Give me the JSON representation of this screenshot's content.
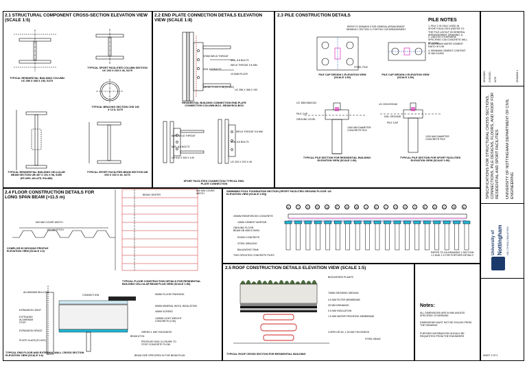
{
  "sections": {
    "s21": {
      "title": "2.1 STRUCTURAL COMPONENT CROSS-SECTION ELEVATION VIEW (SCALE 1:5)",
      "captions": {
        "column": "TYPICAL RESIDENTIAL BUILDING COLUMN UC 356 x 368 x 153, S275",
        "sport_col": "TYPICAL SPORT FACILITIES COLUMN SECTION UC 203 x 203 x 46, S275",
        "bracing": "TYPICAL BRACING SECTION CHS 193 x 12.5, S275",
        "cellular": "TYPICAL RESIDENTIAL BUILDING CELLULAR BEAM SECTION UB 457 x 191 x 98, S355 (hT=600; a0=475, s0=480)",
        "sport_beam": "TYPICAL SPORT FACILITIES BEAM SECTION UB 600 x 160 x 46, S275"
      }
    },
    "s22": {
      "title": "2.2 END PLATE CONNECTION DETAILS ELEVATION VIEW (SCALE 1:8)",
      "labels": {
        "a1": "57mm WELD THROAT",
        "a2": "M16, 8.8 BOLTS",
        "a3": "M16, 8.8 BOLTS",
        "a4": "WELD THROAT 5.6 mm",
        "a5": "10.0mm PLATE",
        "a6": "UC 356 X 368 X 153",
        "a7": "UB 457 X 191 X 98 (h=600)",
        "b1": "6mm WELD THROAT",
        "b2": "M20, 8.8 BOLTS",
        "b3": "M16, 8.8 BOLTS",
        "b4": "WELD THROAT 5.6 mm",
        "b5": "UB 610 X 305 X 149",
        "b6": "UC 203 X 203 X 46"
      },
      "captions": {
        "residential": "RESIDENTIAL BUILDING CONNECTION END-PLATE CONNECTION COLUMN-B/13 - BEAM B/10-B/15",
        "sport": "SPORT FACILITIES CONNECTION TYPICAL END-PLATE CONNECTION"
      }
    },
    "s23": {
      "title": "2.3 PILE CONSTRUCTION DETAILS",
      "ref": "REFER TO DRAWING 5 FOR GENERAL ARRANGEMENT DRAWING 1 SECTION 1.2 FOR PILE CAP ARRANGEMENT",
      "labels": {
        "steel_pile": "STEEL PILE",
        "uc": "UC 356x368x153",
        "pile_cap": "PILE CAP",
        "ground": "GROUND LEVEL",
        "d1": "1400 mm DIAMETER CONCRETE PILE",
        "uc2": "UC 203x203x46",
        "ngl": "NGL GROUND",
        "pile_cap2": "PILE CAP",
        "d2": "1200 mm DIAMETER CONCRETE PILE"
      },
      "captions": {
        "cap1": "PILE CAP DESIGN 1 ELEVATION VIEW (SCALE 1:50)",
        "cap2": "PILE CAP DESIGN 2 ELEVATION VIEW (SCALE 1:50)",
        "sec1": "TYPICAL PILE SECTION FOR RESIDENTIAL BUILDING ELEVATION VIEW (SCALE 1:50)",
        "sec2": "TYPICAL PILE SECTION FOR SPORT FACILITIES ELEVATION VIEW (SCALE 1:50)"
      }
    },
    "pile_notes": {
      "title": "PILE NOTES",
      "items": [
        "1. PILE 2 IS ONLY USED IN SPORT FACILITIES (REFER TO THE PILE LAYOUT IN GENERAL ARRANGEMENT DRAWING 1)",
        "2. UNLESS OTHERWISE SPECIFIED C35 CONCRETE WILL BE USED.",
        "3. MAXIMUM WATER CEMENT RATIO IS 0.55",
        "4. MINIMUM CEMENT CONTENT IS 360 kg/m3"
      ]
    },
    "s24": {
      "title": "2.4 FLOOR CONSTRUCTION DETAILS FOR LONG SPAN BEAM (>11.5 m)",
      "labels": {
        "cover": "600 mm COVER WIDTH",
        "pitch": "150 mm PITCH",
        "profile": "COMFLOR 60 DECKING PROFILE ELEVATION VIEW (SCALE 1:5)",
        "beam_center": "BEAM CENTER",
        "width": "600 mm COVER WIDTH",
        "floor_caption": "TYPICAL FLOOR CONSTRUCTION DETAILS FOR RESIDENTIAL BUILDING CELLULAR BEAM PLAN VIEW (SCALE 1:50)",
        "alu": "ALUMINIUM MULLION",
        "exp_joint": "EXPANSION JOINT",
        "extruded": "EXTRUDED ALUMINIUM STOP",
        "exp_space": "EXPANSION SPACE",
        "plate_glass": "PLATE GLASS (FLOAT)",
        "connection": "CONNECTION",
        "finish": "50mm FLOOR FINISHING",
        "insulation": "50mm MINERAL WOOL INSULATION",
        "screed": "40mm SCREED",
        "lwc": "130mm LIGHT WEIGHT CONCRETE (C30)",
        "deck": "GREEN 1 mm THICKNESS",
        "beam_at": "BEAM AT B1",
        "profiled": "PROFILED END CLOSURE TO STOP CONCRETE FLOW",
        "beam_spec": "BEAM SIZE SPECIFIED IN THE BEAM PLAN",
        "end_caption": "TYPICAL END FLOOR AND EXTERNAL WALL CROSS SECTION ELEVATION VIEW (SCALE 1:8)"
      }
    },
    "pool": {
      "title": "SWIMMING POOL FOUNDATION SECTION (SPORT FACILITIES GROUND FLOOR: US ELEVATION VIEW (SCALE 1:50))",
      "grid": [
        "U",
        "T",
        "S",
        "R",
        "Q",
        "P",
        "N",
        "M",
        "L",
        "K",
        "J",
        "H",
        "G",
        "F",
        "E",
        "D",
        "C",
        "B",
        "A"
      ],
      "labels": {
        "l1": "200MM REINFORCED CONCRETE",
        "l2": "10MM CEMENT MORTAR",
        "l3": "GROUND FLOOR BEAM UB 406x178x54",
        "l4": "RC600 CONCRETE",
        "l5": "STEEL BRACING",
        "l6": "BALANCING TANK",
        "l7": "TWO GROUTED CONCRETE PILES",
        "ref": "REFER TO GA DRAWING 1 SECTION 1.2 AND 1.3 FOR FURTHER DETAILS"
      }
    },
    "s25": {
      "title": "2.5 ROOF CONSTRUCTION DETAILS ELEVATION VIEW (SCALE 1:5)",
      "labels": {
        "r1": "BIODIVERSE PLANTS",
        "r2": "70mm GROWING MEDIUM",
        "r3": "0.5 mm FILTER MEMBRANE",
        "r4": "25 mm DRAINAGE",
        "r5": "0.5 mm INSULATION",
        "r6": "1.5 mm WATER PROOFING MEMBRANE",
        "r7": "CORFLOR 60, 1.25 mm THICKNESS",
        "r8": "STEEL BEAM",
        "caption": "TYPICAL ROOF CROSS SECTION FOR RESIDENTIAL BUILDING"
      }
    },
    "notes": {
      "title": "Notes:",
      "items": [
        "ALL DIMENSIONS ARE IN mm UNLESS SPECIFIED OTHERWISE",
        "DIMENSIONS MUST NOT BE SCALED FROM THE DRAWING",
        "FURTHER INFORMATION SHOULD BE REQUESTED FROM THE ENGINEERS"
      ]
    }
  },
  "title_block": {
    "drawing_title": "SPECIFICATIONS FOR STRUCTURAL CROSS SECTIONS, CONNECTIONS, PILE DESIGNS, FLOORS, AND ROOF FOR RESIDENTIAL AND SPORT FACILITIES",
    "department": "UNIVERSITY OF NOTTINGHAM DEPARTMENT OF CIVIL ENGINEERING",
    "university_line1": "University of",
    "university_line2": "Nottingham",
    "university_line3": "UK | CHINA | MALAYSIA",
    "drawing_no_label": "DRAWING 1",
    "sheet": "SHEET 2 OF 3",
    "designed": "DESIGNED",
    "checked": "CHECKED",
    "date": "DATE"
  },
  "colors": {
    "line": "#000000",
    "accent_red": "#cc2222",
    "accent_magenta": "#e040c0",
    "accent_cyan": "#22b7d6",
    "accent_blue": "#2050c8",
    "logo_blue": "#1b3a6b"
  }
}
